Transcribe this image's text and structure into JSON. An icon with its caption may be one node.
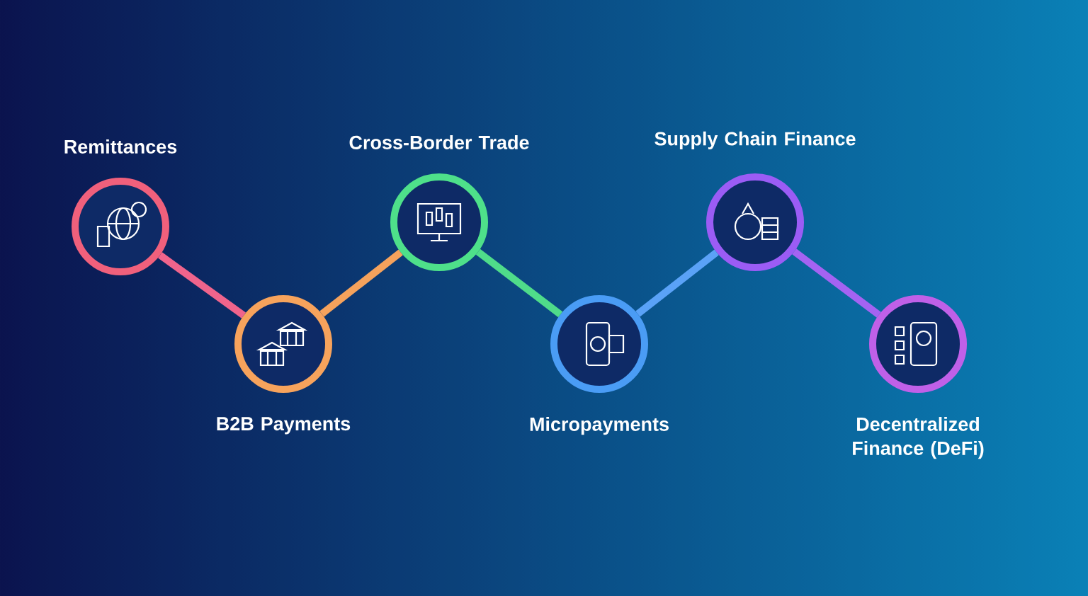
{
  "diagram": {
    "nodes": [
      {
        "text": [
          "Remittances"
        ]
      },
      {
        "text": [
          "B2B Payments"
        ]
      },
      {
        "text": [
          "Cross-Border Trade"
        ]
      },
      {
        "text": [
          "Micropayments"
        ]
      },
      {
        "text": [
          "Supply Chain Finance"
        ]
      },
      {
        "text": [
          "Decentralized Finance (DeFi)"
        ]
      }
    ],
    "edges": [
      {
        "from": 0,
        "to": 1,
        "arrow": "none",
        "color": "#f0648c"
      },
      {
        "from": 1,
        "to": 2,
        "arrow": "none",
        "color": "#f5a25c"
      },
      {
        "from": 2,
        "to": 3,
        "arrow": "none",
        "color": "#4fdc8a"
      },
      {
        "from": 3,
        "to": 4,
        "arrow": "none",
        "color": "#5aa2f7"
      },
      {
        "from": 4,
        "to": 5,
        "arrow": "none",
        "color": "#a463f2"
      }
    ]
  }
}
